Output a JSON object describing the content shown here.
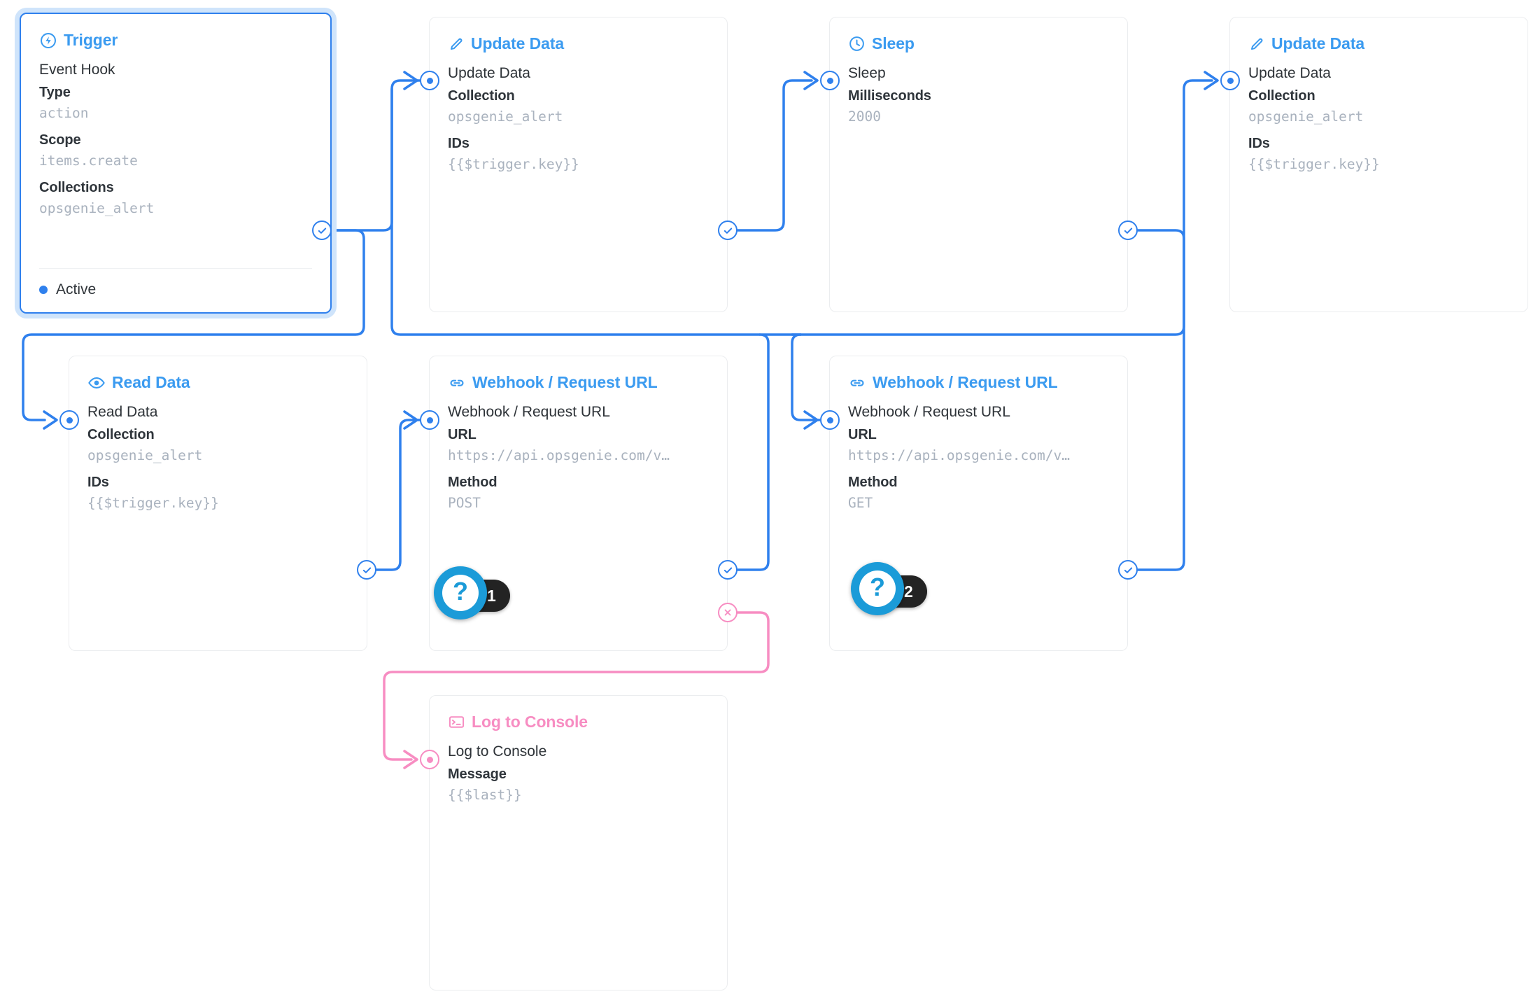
{
  "theme": {
    "accent_blue": "#3b9bf0",
    "line_blue": "#2f80ed",
    "accent_pink": "#f78dc2",
    "value_gray": "#a9b2be",
    "label_dark": "#2f353b",
    "badge_black": "#232323",
    "badge_blue": "#1b9bd8"
  },
  "nodes": [
    {
      "id": "trigger",
      "header": "Trigger",
      "icon": "lightning-bolt-circle-icon",
      "row_title": "Event Hook",
      "fields": [
        {
          "label": "Type",
          "value": "action"
        },
        {
          "label": "Scope",
          "value": "items.create"
        },
        {
          "label": "Collections",
          "value": "opsgenie_alert"
        }
      ],
      "status": "Active",
      "selected": true
    },
    {
      "id": "update-data-1",
      "header": "Update Data",
      "icon": "pencil-icon",
      "row_title": "Update Data",
      "fields": [
        {
          "label": "Collection",
          "value": "opsgenie_alert"
        },
        {
          "label": "IDs",
          "value": "{{$trigger.key}}"
        }
      ]
    },
    {
      "id": "sleep",
      "header": "Sleep",
      "icon": "clock-icon",
      "row_title": "Sleep",
      "fields": [
        {
          "label": "Milliseconds",
          "value": "2000"
        }
      ]
    },
    {
      "id": "update-data-2",
      "header": "Update Data",
      "icon": "pencil-icon",
      "row_title": "Update Data",
      "fields": [
        {
          "label": "Collection",
          "value": "opsgenie_alert"
        },
        {
          "label": "IDs",
          "value": "{{$trigger.key}}"
        }
      ]
    },
    {
      "id": "read-data",
      "header": "Read Data",
      "icon": "eye-icon",
      "row_title": "Read Data",
      "fields": [
        {
          "label": "Collection",
          "value": "opsgenie_alert"
        },
        {
          "label": "IDs",
          "value": "{{$trigger.key}}"
        }
      ]
    },
    {
      "id": "webhook-1",
      "header": "Webhook / Request URL",
      "icon": "link-icon",
      "row_title": "Webhook / Request URL",
      "fields": [
        {
          "label": "URL",
          "value": "https://api.opsgenie.com/v…"
        },
        {
          "label": "Method",
          "value": "POST"
        }
      ],
      "hint": "1"
    },
    {
      "id": "webhook-2",
      "header": "Webhook / Request URL",
      "icon": "link-icon",
      "row_title": "Webhook / Request URL",
      "fields": [
        {
          "label": "URL",
          "value": "https://api.opsgenie.com/v…"
        },
        {
          "label": "Method",
          "value": "GET"
        }
      ],
      "hint": "2"
    },
    {
      "id": "log-to-console",
      "header": "Log to Console",
      "icon": "terminal-icon",
      "row_title": "Log to Console",
      "fields": [
        {
          "label": "Message",
          "value": "{{$last}}"
        }
      ],
      "accent": "pink"
    }
  ],
  "hint_badges": [
    {
      "for": "webhook-1",
      "count": "1",
      "symbol": "?"
    },
    {
      "for": "webhook-2",
      "count": "2",
      "symbol": "?"
    }
  ]
}
